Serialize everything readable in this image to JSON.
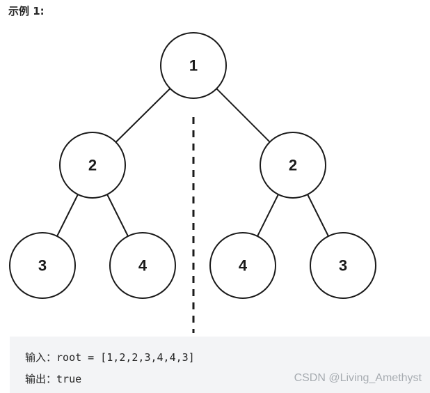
{
  "example_title": "示例 1:",
  "tree": {
    "nodes": [
      {
        "id": "root",
        "label": "1"
      },
      {
        "id": "left",
        "label": "2"
      },
      {
        "id": "right",
        "label": "2"
      },
      {
        "id": "left-left",
        "label": "3"
      },
      {
        "id": "left-right",
        "label": "4"
      },
      {
        "id": "right-left",
        "label": "4"
      },
      {
        "id": "right-right",
        "label": "3"
      }
    ],
    "edges": [
      [
        "root",
        "left"
      ],
      [
        "root",
        "right"
      ],
      [
        "left",
        "left-left"
      ],
      [
        "left",
        "left-right"
      ],
      [
        "right",
        "right-left"
      ],
      [
        "right",
        "right-right"
      ]
    ],
    "symmetry_axis": "dashed-vertical-center"
  },
  "code": {
    "input_label": "输入：",
    "input_value": "root = [1,2,2,3,4,4,3]",
    "output_label": "输出：",
    "output_value": "true"
  },
  "watermark": "CSDN @Living_Amethyst"
}
